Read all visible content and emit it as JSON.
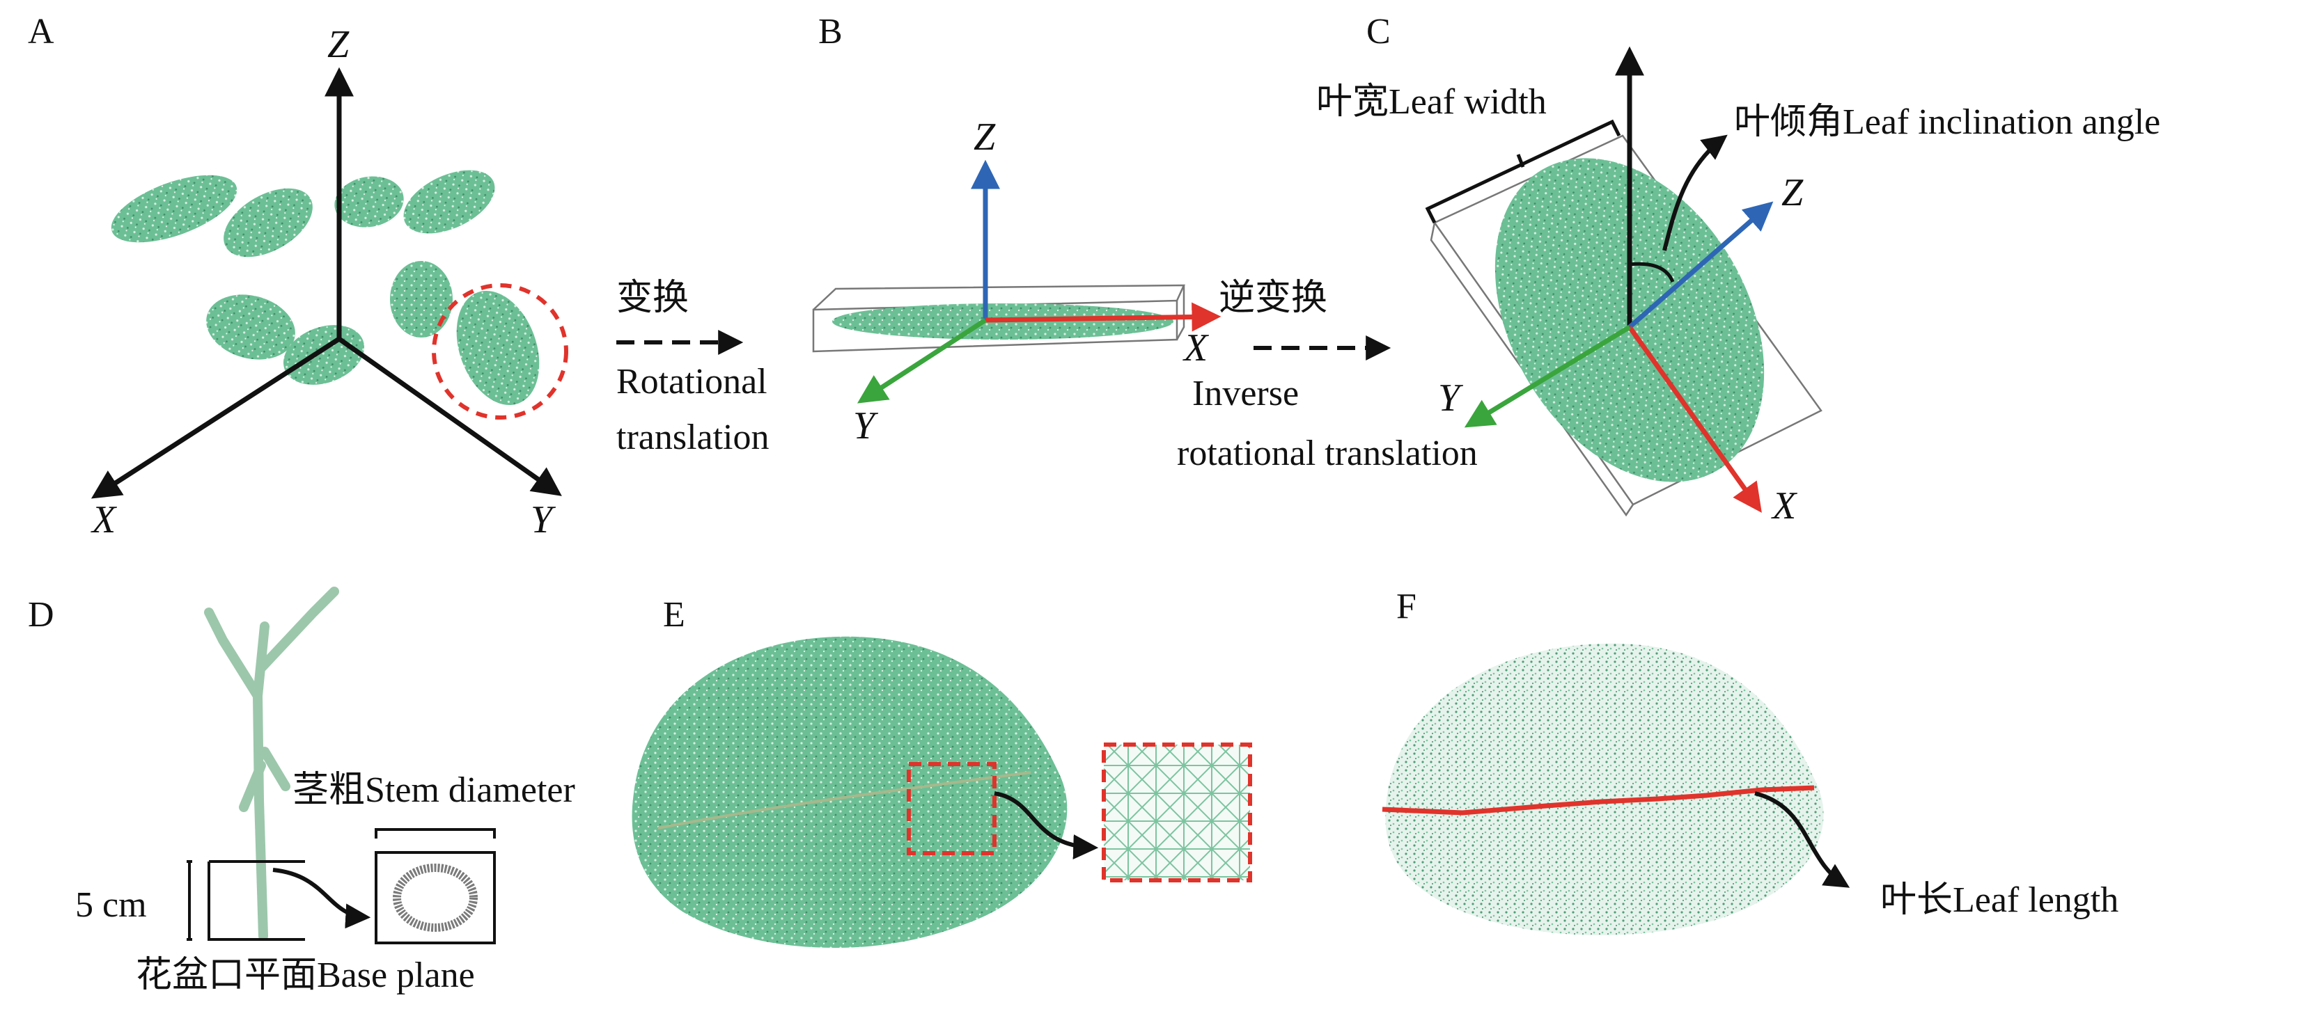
{
  "panels": {
    "a": {
      "letter": "A",
      "x_axis": "X",
      "y_axis": "Y",
      "z_axis": "Z"
    },
    "b": {
      "letter": "B",
      "x_axis": "X",
      "y_axis": "Y",
      "z_axis": "Z"
    },
    "c": {
      "letter": "C",
      "x_axis": "X",
      "y_axis": "Y",
      "z_axis": "Z",
      "leaf_width": "叶宽Leaf width",
      "leaf_inclination": "叶倾角Leaf inclination angle"
    },
    "d": {
      "letter": "D",
      "scale": "5 cm",
      "stem_diameter": "茎粗Stem diameter",
      "base_plane": "花盆口平面Base plane"
    },
    "e": {
      "letter": "E"
    },
    "f": {
      "letter": "F",
      "leaf_length": "叶长Leaf length"
    }
  },
  "transforms": {
    "forward_cn": "变换",
    "forward_en_1": "Rotational",
    "forward_en_2": "translation",
    "inverse_cn": "逆变换",
    "inverse_en_1": "Inverse",
    "inverse_en_2": "rotational translation"
  },
  "colors": {
    "leaf": "#5fb58a",
    "leaf_dark": "#3f8f68",
    "axis_x": "#e0332b",
    "axis_y": "#3aa53c",
    "axis_z": "#2e66b5",
    "highlight": "#e0332b",
    "black": "#111111"
  }
}
